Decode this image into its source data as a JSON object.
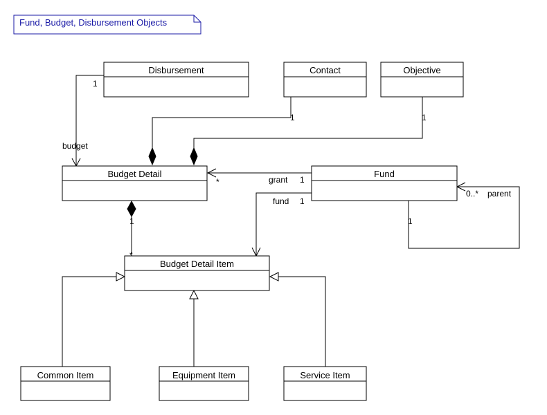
{
  "note": {
    "text": "Fund, Budget, Disbursement Objects"
  },
  "colors": {
    "note_text": "#1a1aa6",
    "note_border": "#1a1aa6",
    "line": "#000000"
  },
  "classes": {
    "disbursement": "Disbursement",
    "contact": "Contact",
    "objective": "Objective",
    "budget_detail": "Budget Detail",
    "fund": "Fund",
    "budget_detail_item": "Budget Detail Item",
    "common_item": "Common Item",
    "equipment_item": "Equipment Item",
    "service_item": "Service Item"
  },
  "labels": {
    "disb_mult": "1",
    "budget_role": "budget",
    "contact_mult": "1",
    "objective_mult": "1",
    "grant_role": "grant",
    "grant_mult": "1",
    "budget_many": "*",
    "fund_role": "fund",
    "fund_mult": "1",
    "parent_mult": "0..*",
    "parent_role": "parent",
    "self_mult": "1",
    "bd_item_mult": "1",
    "bd_item_many": "*"
  }
}
